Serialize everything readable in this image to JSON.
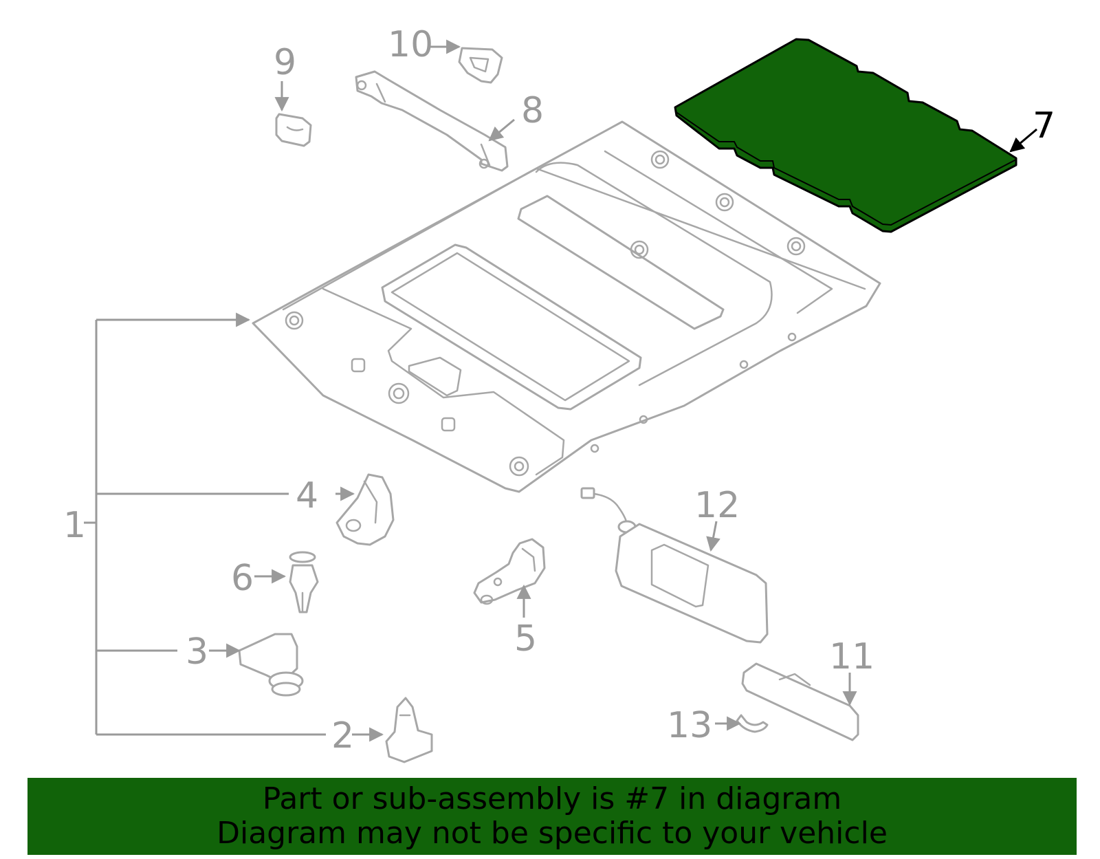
{
  "colors": {
    "highlight": "#116309",
    "line": "#a7a7a7",
    "label": "#9a9a9a",
    "banner_text": "#000000"
  },
  "callouts": {
    "c1": "1",
    "c2": "2",
    "c3": "3",
    "c4": "4",
    "c5": "5",
    "c6": "6",
    "c7": "7",
    "c8": "8",
    "c9": "9",
    "c10": "10",
    "c11": "11",
    "c12": "12",
    "c13": "13"
  },
  "highlighted_part": "7",
  "banner": {
    "line1": "Part or sub-assembly is #7 in diagram",
    "line2": "Diagram may not be specific to your vehicle"
  }
}
